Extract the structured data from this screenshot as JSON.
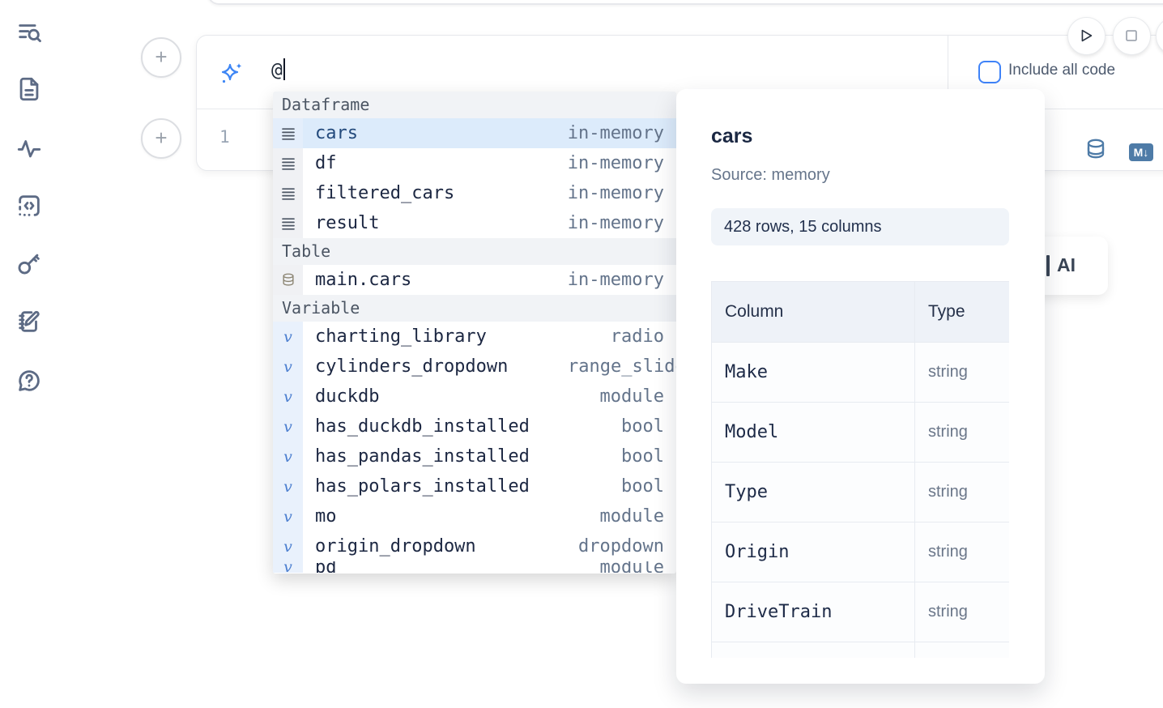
{
  "colors": {
    "accent_blue": "#3b82f6",
    "selected_row_bg": "#dcebfb",
    "steel_blue_icons": "#4e7ba7",
    "muted_text": "#64748b",
    "dark_text": "#1c2742"
  },
  "sidebar": {
    "items": [
      {
        "icon": "list-search-icon"
      },
      {
        "icon": "file-text-icon"
      },
      {
        "icon": "activity-icon"
      },
      {
        "icon": "code-square-icon"
      },
      {
        "icon": "key-icon"
      },
      {
        "icon": "notebook-pen-icon"
      },
      {
        "icon": "help-chat-icon"
      }
    ]
  },
  "add_buttons": {
    "top_label": "+",
    "bottom_label": "+"
  },
  "cell": {
    "ai_prompt": {
      "icon": "sparkles-icon",
      "value": "@"
    },
    "include_all_code_label": "Include all code",
    "include_all_code_checked": false,
    "line_number": "1",
    "markdown_badge": "M↓"
  },
  "run_controls": {
    "play_icon": "play-icon",
    "stop_icon": "stop-square-icon"
  },
  "ai_button": {
    "label": "AI"
  },
  "autocomplete": {
    "sections": [
      {
        "label": "Dataframe",
        "kind": "dataframe",
        "items": [
          {
            "name": "cars",
            "detail": "in-memory",
            "selected": true
          },
          {
            "name": "df",
            "detail": "in-memory"
          },
          {
            "name": "filtered_cars",
            "detail": "in-memory"
          },
          {
            "name": "result",
            "detail": "in-memory"
          }
        ]
      },
      {
        "label": "Table",
        "kind": "table",
        "items": [
          {
            "name": "main.cars",
            "detail": "in-memory"
          }
        ]
      },
      {
        "label": "Variable",
        "kind": "variable",
        "items": [
          {
            "name": "charting_library",
            "detail": "radio"
          },
          {
            "name": "cylinders_dropdown",
            "detail": "range_slider",
            "clipped": true
          },
          {
            "name": "duckdb",
            "detail": "module"
          },
          {
            "name": "has_duckdb_installed",
            "detail": "bool"
          },
          {
            "name": "has_pandas_installed",
            "detail": "bool"
          },
          {
            "name": "has_polars_installed",
            "detail": "bool"
          },
          {
            "name": "mo",
            "detail": "module"
          },
          {
            "name": "origin_dropdown",
            "detail": "dropdown"
          },
          {
            "name": "pd",
            "detail": "module",
            "partial": true
          }
        ]
      }
    ]
  },
  "preview": {
    "title": "cars",
    "source": "Source: memory",
    "stats": "428 rows, 15 columns",
    "table": {
      "headers": [
        "Column",
        "Type"
      ],
      "rows": [
        [
          "Make",
          "string"
        ],
        [
          "Model",
          "string"
        ],
        [
          "Type",
          "string"
        ],
        [
          "Origin",
          "string"
        ],
        [
          "DriveTrain",
          "string"
        ]
      ]
    }
  }
}
